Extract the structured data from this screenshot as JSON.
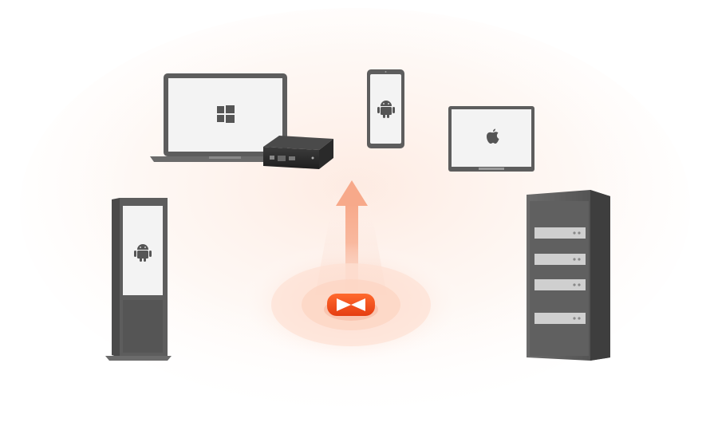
{
  "diagram": {
    "center_hub": {
      "icon": "remote-access-logo-icon",
      "accent_color": "#f04a1a"
    },
    "devices": [
      {
        "name": "windows-laptop",
        "os_icon": "windows-icon"
      },
      {
        "name": "mini-pc-box",
        "os_icon": ""
      },
      {
        "name": "android-phone",
        "os_icon": "android-icon"
      },
      {
        "name": "mac-tablet",
        "os_icon": "apple-icon"
      },
      {
        "name": "android-kiosk",
        "os_icon": "android-icon"
      },
      {
        "name": "server-rack",
        "os_icon": ""
      }
    ],
    "colors": {
      "glow": "#fbe3d6",
      "device_frame": "#5a5a5a",
      "screen": "#f3f3f3"
    }
  }
}
